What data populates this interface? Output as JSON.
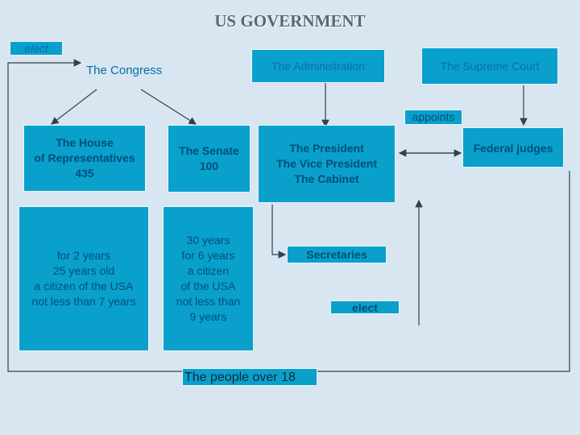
{
  "title": "US GOVERNMENT",
  "labels": {
    "elect_top": "elect",
    "congress": "The Congress",
    "administration": "The Administration",
    "supreme_court": "The Supreme Court",
    "appoints": "appoints",
    "federal_judges": "Federal judges",
    "house_line1": "The House",
    "house_line2": "of Representatives",
    "house_line3": "435",
    "senate_line1": "The Senate",
    "senate_line2": "100",
    "exec_line1": "The President",
    "exec_line2": "The Vice President",
    "exec_line3": "The Cabinet",
    "house_req1": "for 2 years",
    "house_req2": "25 years old",
    "house_req3": "a citizen of the USA",
    "house_req4": "not less than 7 years",
    "senate_req1": "30 years",
    "senate_req2": "for 6 years",
    "senate_req3": "a citizen",
    "senate_req4": "of the USA",
    "senate_req5": "not less than",
    "senate_req6": "9 years",
    "secretaries": "Secretaries",
    "elect_bottom": "elect",
    "people": "The people over 18"
  }
}
